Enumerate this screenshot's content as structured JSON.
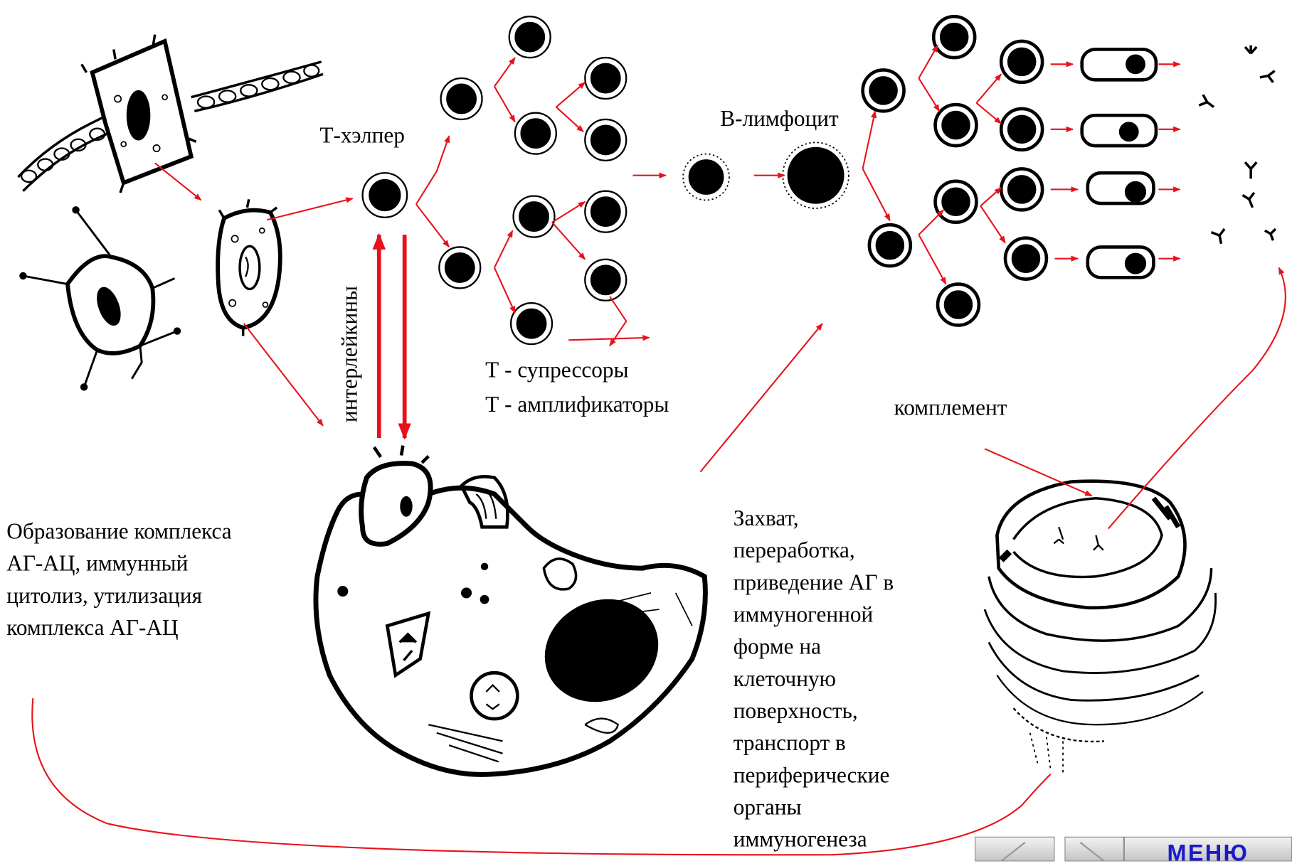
{
  "labels": {
    "t_helper": "Т-хэлпер",
    "b_lymphocyte": "В-лимфоцит",
    "interleukins": "интерлейкины",
    "t_suppressors": "Т - супрессоры",
    "t_amplifiers": "Т - амплификаторы",
    "complement": "комплемент",
    "left_caption": [
      "Образование комплекса",
      "АГ-АЦ, иммунный",
      "цитолиз, утилизация",
      "комплекса АГ-АЦ"
    ],
    "right_caption": [
      "Захват,",
      "переработка,",
      "приведение АГ в",
      "иммуногенной",
      "форме на",
      "клеточную",
      "поверхность,",
      "транспорт в",
      "периферические",
      "органы",
      "иммуногенеза"
    ]
  },
  "nav": {
    "back_icon": "triangle-left",
    "forward_icon": "triangle-right",
    "menu_label": "МЕНЮ"
  },
  "colors": {
    "arrow": "#e8111b",
    "ink": "#000000",
    "menu_text": "#1a1ac8"
  }
}
